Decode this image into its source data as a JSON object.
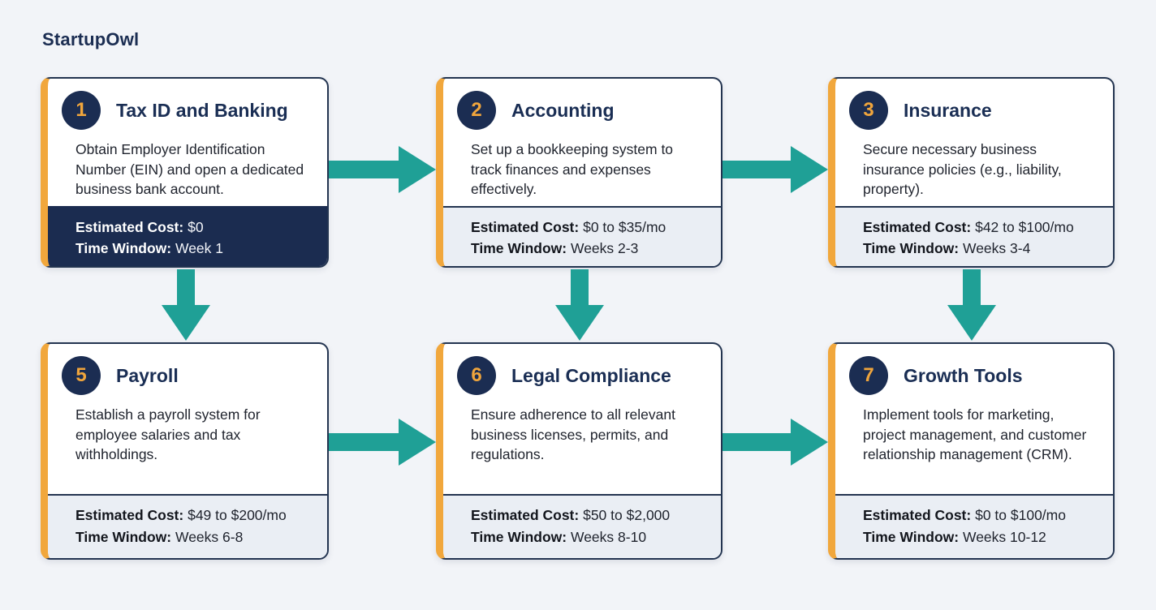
{
  "app": {
    "title": "StartupOwl"
  },
  "colors": {
    "background": "#f2f4f8",
    "navy": "#1b2d52",
    "orange_accent": "#f1a73c",
    "teal_arrow": "#1fa096",
    "footer_light": "#eaeef4",
    "footer_dark": "#1b2c50"
  },
  "labels": {
    "cost": "Estimated Cost:",
    "time": "Time Window:"
  },
  "cards": [
    {
      "number": "1",
      "title": "Tax ID and Banking",
      "description": "Obtain Employer Identification Number (EIN) and open a dedicated business bank account.",
      "cost": "$0",
      "time": "Week 1"
    },
    {
      "number": "2",
      "title": "Accounting",
      "description": "Set up a bookkeeping system to track finances and expenses effectively.",
      "cost": "$0 to $35/mo",
      "time": "Weeks 2-3"
    },
    {
      "number": "3",
      "title": "Insurance",
      "description": "Secure necessary business insurance policies (e.g., liability, property).",
      "cost": "$42 to $100/mo",
      "time": "Weeks 3-4"
    },
    {
      "number": "5",
      "title": "Payroll",
      "description": "Establish a payroll system for employee salaries and tax withholdings.",
      "cost": "$49 to $200/mo",
      "time": "Weeks 6-8"
    },
    {
      "number": "6",
      "title": "Legal Compliance",
      "description": "Ensure adherence to all relevant business licenses, permits, and regulations.",
      "cost": "$50 to $2,000",
      "time": "Weeks 8-10"
    },
    {
      "number": "7",
      "title": "Growth Tools",
      "description": "Implement tools for marketing, project management, and customer relationship management (CRM).",
      "cost": "$0 to $100/mo",
      "time": "Weeks 10-12"
    }
  ]
}
